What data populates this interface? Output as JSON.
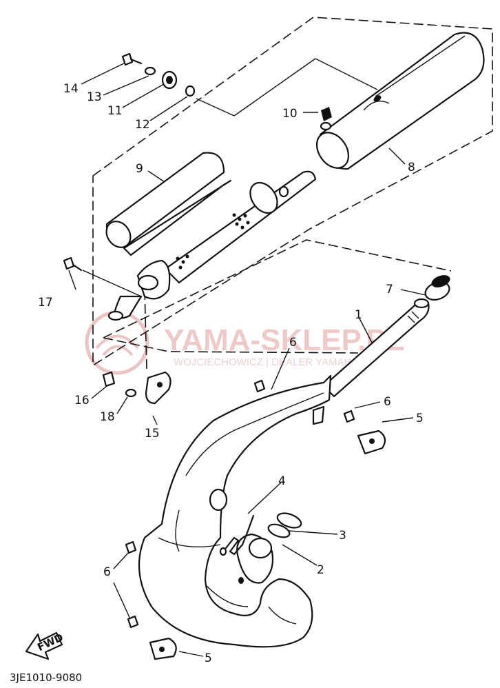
{
  "callouts": [
    {
      "id": "c1",
      "text": "1"
    },
    {
      "id": "c2",
      "text": "2"
    },
    {
      "id": "c3",
      "text": "3"
    },
    {
      "id": "c4",
      "text": "4"
    },
    {
      "id": "c5a",
      "text": "5"
    },
    {
      "id": "c5b",
      "text": "5"
    },
    {
      "id": "c6a",
      "text": "6"
    },
    {
      "id": "c6b",
      "text": "6"
    },
    {
      "id": "c6c",
      "text": "6"
    },
    {
      "id": "c7",
      "text": "7"
    },
    {
      "id": "c8",
      "text": "8"
    },
    {
      "id": "c9",
      "text": "9"
    },
    {
      "id": "c10",
      "text": "10"
    },
    {
      "id": "c11",
      "text": "11"
    },
    {
      "id": "c12",
      "text": "12"
    },
    {
      "id": "c13",
      "text": "13"
    },
    {
      "id": "c14",
      "text": "14"
    },
    {
      "id": "c15",
      "text": "15"
    },
    {
      "id": "c16",
      "text": "16"
    },
    {
      "id": "c17",
      "text": "17"
    },
    {
      "id": "c18",
      "text": "18"
    }
  ],
  "fwd_label": "FWD",
  "diagram_code": "3JE1010-9080",
  "watermark": {
    "title": "YAMA-SKLEP.PL",
    "subtitle": "WOJCIECHOWICZ | DEALER YAMAHA",
    "color": "#e8b8b8"
  }
}
